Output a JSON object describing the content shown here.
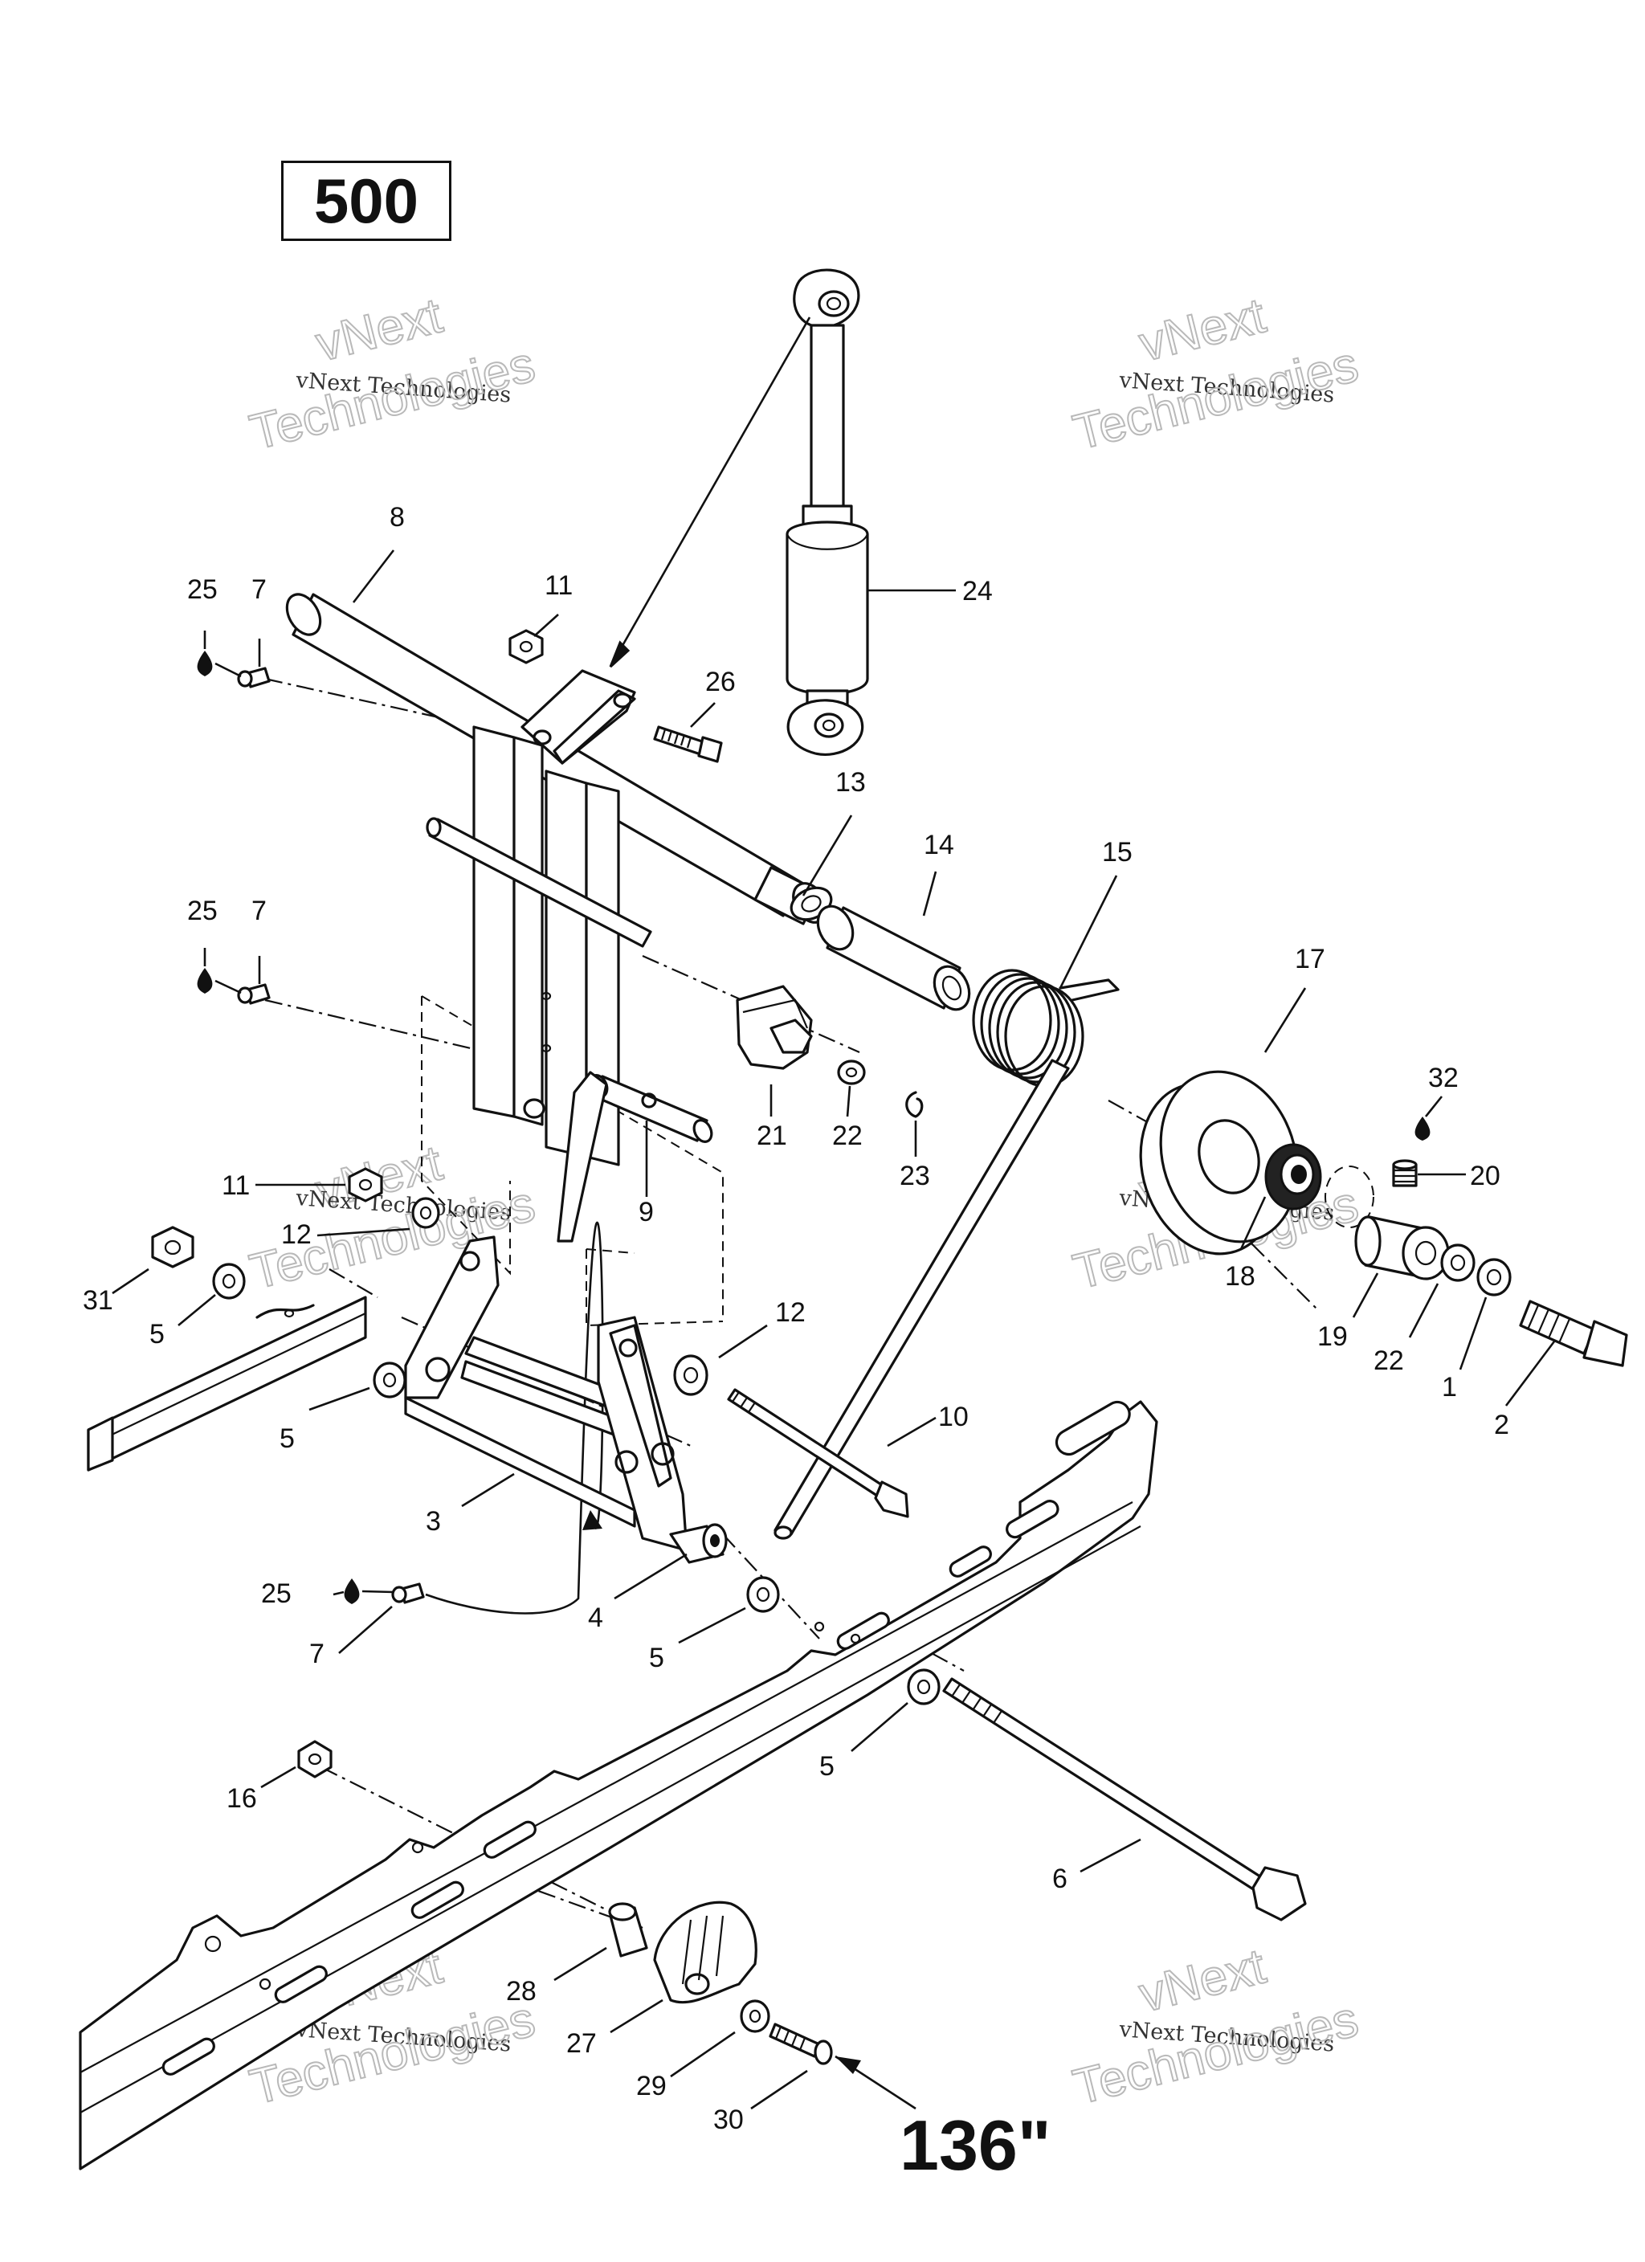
{
  "model": "500",
  "track_length": "136\"",
  "watermark": {
    "line1": "vNext",
    "line2": "vNext Technologies",
    "line3": "Technologies"
  },
  "callouts": {
    "c1": "1",
    "c2": "2",
    "c3": "3",
    "c4": "4",
    "c5a": "5",
    "c5b": "5",
    "c5c": "5",
    "c5d": "5",
    "c6": "6",
    "c7a": "7",
    "c7b": "7",
    "c7c": "7",
    "c8": "8",
    "c9": "9",
    "c10": "10",
    "c11a": "11",
    "c11b": "11",
    "c12a": "12",
    "c12b": "12",
    "c13": "13",
    "c14": "14",
    "c15": "15",
    "c16": "16",
    "c17": "17",
    "c18": "18",
    "c19": "19",
    "c20": "20",
    "c21": "21",
    "c22a": "22",
    "c22b": "22",
    "c23": "23",
    "c24": "24",
    "c25a": "25",
    "c25b": "25",
    "c25c": "25",
    "c26": "26",
    "c27": "27",
    "c28": "28",
    "c29": "29",
    "c30": "30",
    "c31": "31",
    "c32": "32"
  }
}
